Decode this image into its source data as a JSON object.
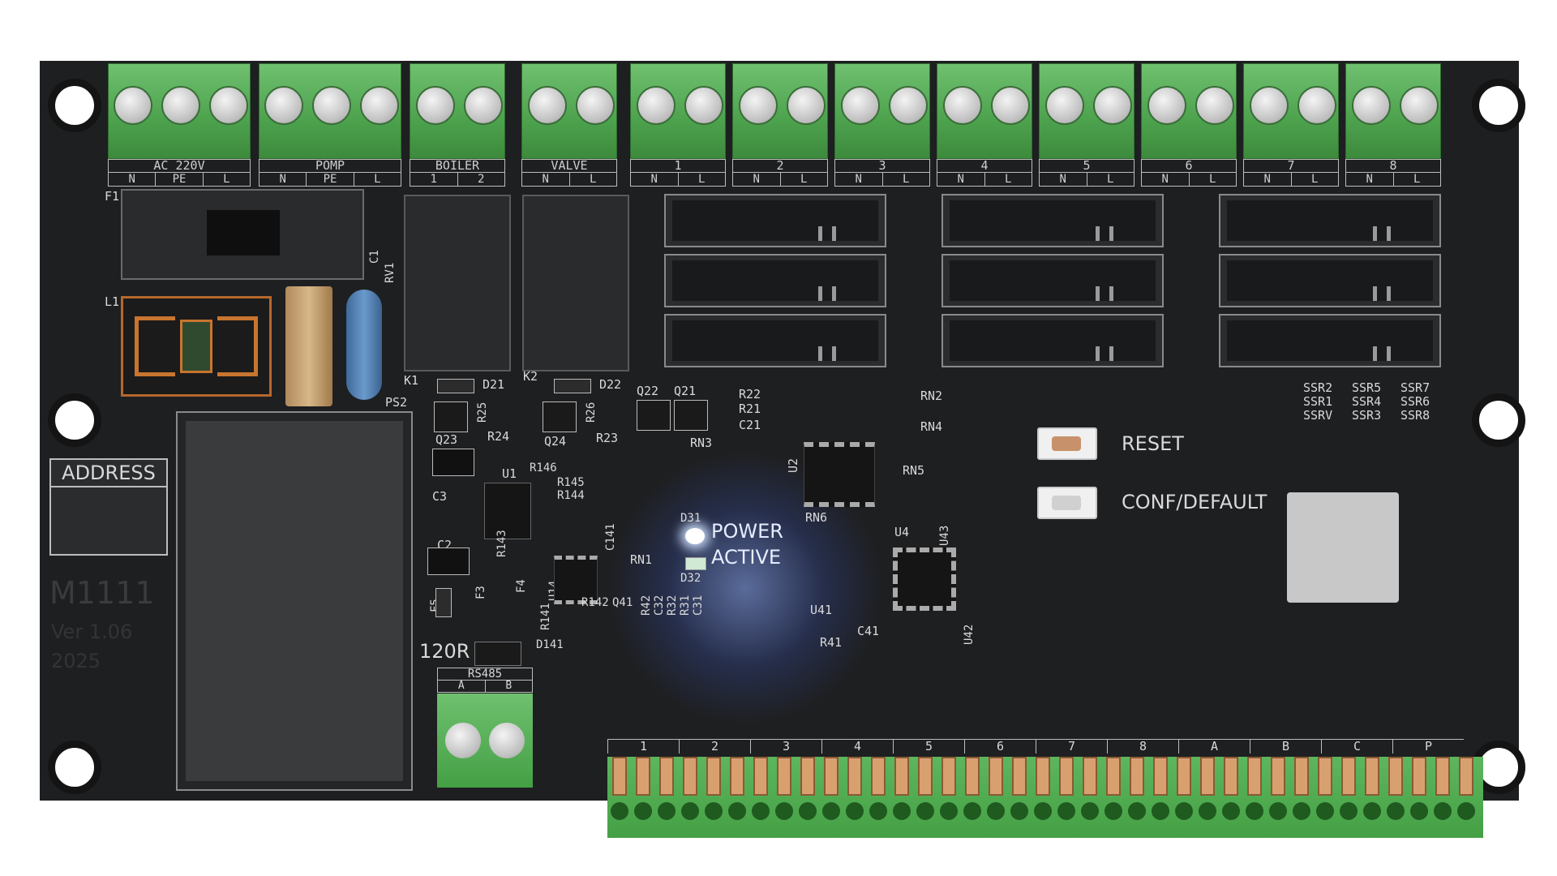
{
  "board": {
    "colors": {
      "pcb": "#1e1f21",
      "terminal": "#4da24d",
      "silkscreen": "#d9d9d9",
      "led_glow": "#8fb0ff"
    },
    "top_terminals": [
      {
        "label": "AC 220V",
        "pins": [
          "N",
          "PE",
          "L"
        ]
      },
      {
        "label": "POMP",
        "pins": [
          "N",
          "PE",
          "L"
        ]
      },
      {
        "label": "BOILER",
        "pins": [
          "1",
          "2"
        ]
      },
      {
        "label": "VALVE",
        "pins": [
          "N",
          "L"
        ]
      },
      {
        "label": "1",
        "pins": [
          "N",
          "L"
        ]
      },
      {
        "label": "2",
        "pins": [
          "N",
          "L"
        ]
      },
      {
        "label": "3",
        "pins": [
          "N",
          "L"
        ]
      },
      {
        "label": "4",
        "pins": [
          "N",
          "L"
        ]
      },
      {
        "label": "5",
        "pins": [
          "N",
          "L"
        ]
      },
      {
        "label": "6",
        "pins": [
          "N",
          "L"
        ]
      },
      {
        "label": "7",
        "pins": [
          "N",
          "L"
        ]
      },
      {
        "label": "8",
        "pins": [
          "N",
          "L"
        ]
      }
    ],
    "designators": {
      "f1": "F1",
      "l1": "L1",
      "c1": "C1",
      "rv1": "RV1",
      "ps2": "PS2",
      "k1": "K1",
      "k2": "K2",
      "d21": "D21",
      "d22": "D22",
      "q23": "Q23",
      "q24": "Q24",
      "q22": "Q22",
      "q21": "Q21",
      "r25": "R25",
      "r24": "R24",
      "r26": "R26",
      "r23": "R23",
      "r22": "R22",
      "r21": "R21",
      "c21": "C21",
      "rn2": "RN2",
      "rn4": "RN4",
      "rn3": "RN3",
      "rn5": "RN5",
      "rn6": "RN6",
      "rn1": "RN1",
      "u1": "U1",
      "u2": "U2",
      "u4": "U4",
      "u43": "U43",
      "u41": "U41",
      "u42": "U42",
      "u14": "U14",
      "c3": "C3",
      "c2": "C2",
      "f3": "F3",
      "f4": "F4",
      "f5": "F5",
      "r146": "R146",
      "r145": "R145",
      "r144": "R144",
      "r143": "R143",
      "r141": "R141",
      "c141": "C141",
      "r142": "R142",
      "q41": "Q41",
      "r42": "R42",
      "c32": "C32",
      "r32": "R32",
      "r31": "R31",
      "c31": "C31",
      "r41": "R41",
      "c41": "C41",
      "d31": "D31",
      "d32": "D32",
      "d141": "D141"
    },
    "led_labels": {
      "power": "POWER",
      "active": "ACTIVE"
    },
    "ssr_labels": {
      "col1": [
        "SSR2",
        "SSR1",
        "SSRV"
      ],
      "col2": [
        "SSR5",
        "SSR4",
        "SSR3"
      ],
      "col3": [
        "SSR7",
        "SSR6",
        "SSR8"
      ]
    },
    "buttons": {
      "reset": "RESET",
      "conf": "CONF/DEFAULT"
    },
    "address_label": "ADDRESS",
    "model": "M1111",
    "version": "Ver 1.06",
    "year": "2025",
    "rs485": {
      "termination": "120R",
      "label": "RS485",
      "pins": [
        "A",
        "B"
      ]
    },
    "header_groups": [
      "1",
      "2",
      "3",
      "4",
      "5",
      "6",
      "7",
      "8",
      "A",
      "B",
      "C",
      "P"
    ]
  }
}
